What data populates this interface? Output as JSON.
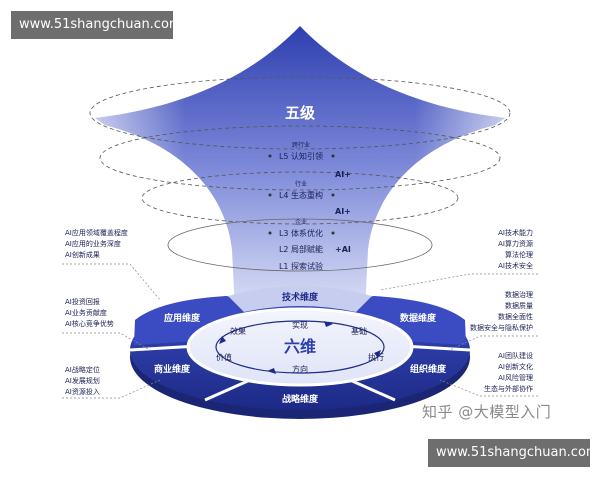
{
  "watermark_top": "www.51shangchuan.com",
  "watermark_bottom": "www.51shangchuan.com",
  "zhihu_credit": "知乎 @大模型入门",
  "cone": {
    "title": "五级",
    "levels": [
      {
        "tag": "跨行业",
        "label": "L5 认知引领"
      },
      {
        "tag": "行业",
        "label": "L4 生态重构"
      },
      {
        "tag": "企业",
        "label": "L3 体系优化"
      },
      {
        "tag": "",
        "label": "L2 局部赋能"
      },
      {
        "tag": "",
        "label": "L1 探索试验"
      }
    ],
    "ai_plus": [
      "AI+",
      "AI+",
      "+AI"
    ]
  },
  "left_notes": [
    [
      "AI应用领域覆盖程度",
      "AI应用的业务深度",
      "AI创新成果"
    ],
    [
      "AI投资回报",
      "AI业务贡献度",
      "AI核心竞争优势"
    ],
    [
      "AI战略定位",
      "AI发展规划",
      "AI资源投入"
    ]
  ],
  "right_notes": [
    [
      "AI技术能力",
      "AI算力资源",
      "算法伦理",
      "AI技术安全"
    ],
    [
      "数据治理",
      "数据质量",
      "数据全面性",
      "数据安全与隐私保护"
    ],
    [
      "AI团队建设",
      "AI创新文化",
      "AI风险管理",
      "生态与外部协作"
    ]
  ],
  "ring": {
    "center": "六维",
    "outer_segments": [
      "技术维度",
      "数据维度",
      "组织维度",
      "战略维度",
      "商业维度",
      "应用维度"
    ],
    "inner_labels": [
      "实现",
      "基础",
      "执行",
      "方向",
      "价值",
      "效果"
    ]
  },
  "colors": {
    "primary": "#2e3fb0",
    "dark": "#1e2c8a",
    "light": "#dfe4f7",
    "cone_mid": "#8f9be0"
  }
}
